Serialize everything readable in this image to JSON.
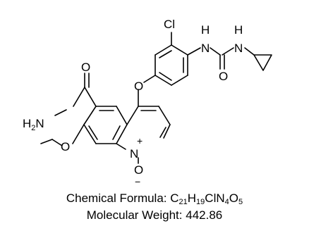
{
  "structure": {
    "atoms": {
      "cl": "Cl",
      "nh_left": "N",
      "nh_left_h": "H",
      "nh_right": "N",
      "nh_right_h": "H",
      "o_urea": "O",
      "o_ether": "O",
      "o_amide": "O",
      "h2n": "H2N",
      "o_methoxy": "O",
      "n_ring": "N",
      "n_plus": "+",
      "o_oxide": "O",
      "o_minus": "−"
    }
  },
  "caption": {
    "formula_label": "Chemical Formula: ",
    "formula_parts": [
      "C",
      "21",
      "H",
      "19",
      "ClN",
      "4",
      "O",
      "5"
    ],
    "weight_label": "Molecular Weight: ",
    "weight_value": "442.86"
  }
}
